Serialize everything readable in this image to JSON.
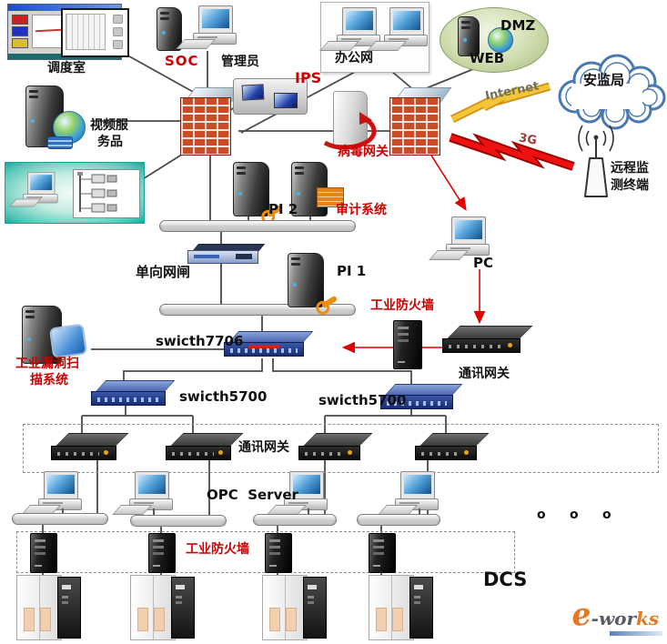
{
  "colors": {
    "red_label": "#cc0000",
    "line": "#4a4a4a",
    "red_line": "#e00000",
    "switch_blue": "#3a56a8",
    "bolt_yellow": "#f4c637",
    "bolt_red": "#ee1111",
    "cloud_outline": "#4a78b0",
    "firewall_brick": "#cc4a24",
    "logo_orange": "#e87722"
  },
  "nodes": {
    "dispatch_room": "调度室",
    "soc": "SOC",
    "admin": "管理员",
    "office_network": "办公网",
    "dmz": "DMZ",
    "web": "WEB",
    "safety_bureau": "安监局",
    "internet_link": "Internet",
    "g3_link": "3G",
    "remote_terminal": [
      "远程监",
      "测终端"
    ],
    "video_server": [
      "视频服",
      "务品"
    ],
    "ips": "IPS",
    "virus_gateway": "病毒网关",
    "pi2": "PI 2",
    "audit_system": "审计系统",
    "one_way_gap": "单向网闸",
    "pi1": "PI 1",
    "pc": "PC",
    "industrial_firewall_mid": "工业防火墙",
    "switch_7706": "swicth7706",
    "comm_gateway_mid": "通讯网关",
    "vuln_scanner": [
      "工业漏洞扫",
      "描系统"
    ],
    "switch_5700_left": "swicth5700",
    "switch_5700_right": "swicth5700",
    "comm_gateway_row": "通讯网关",
    "opc_server": "OPC  Server",
    "industrial_firewall_row": "工业防火墙",
    "dcs": "DCS",
    "more_dots": [
      "o",
      "o",
      "o"
    ],
    "logo": {
      "e": "e",
      "mid": "-wor",
      "tail": "ks"
    }
  }
}
